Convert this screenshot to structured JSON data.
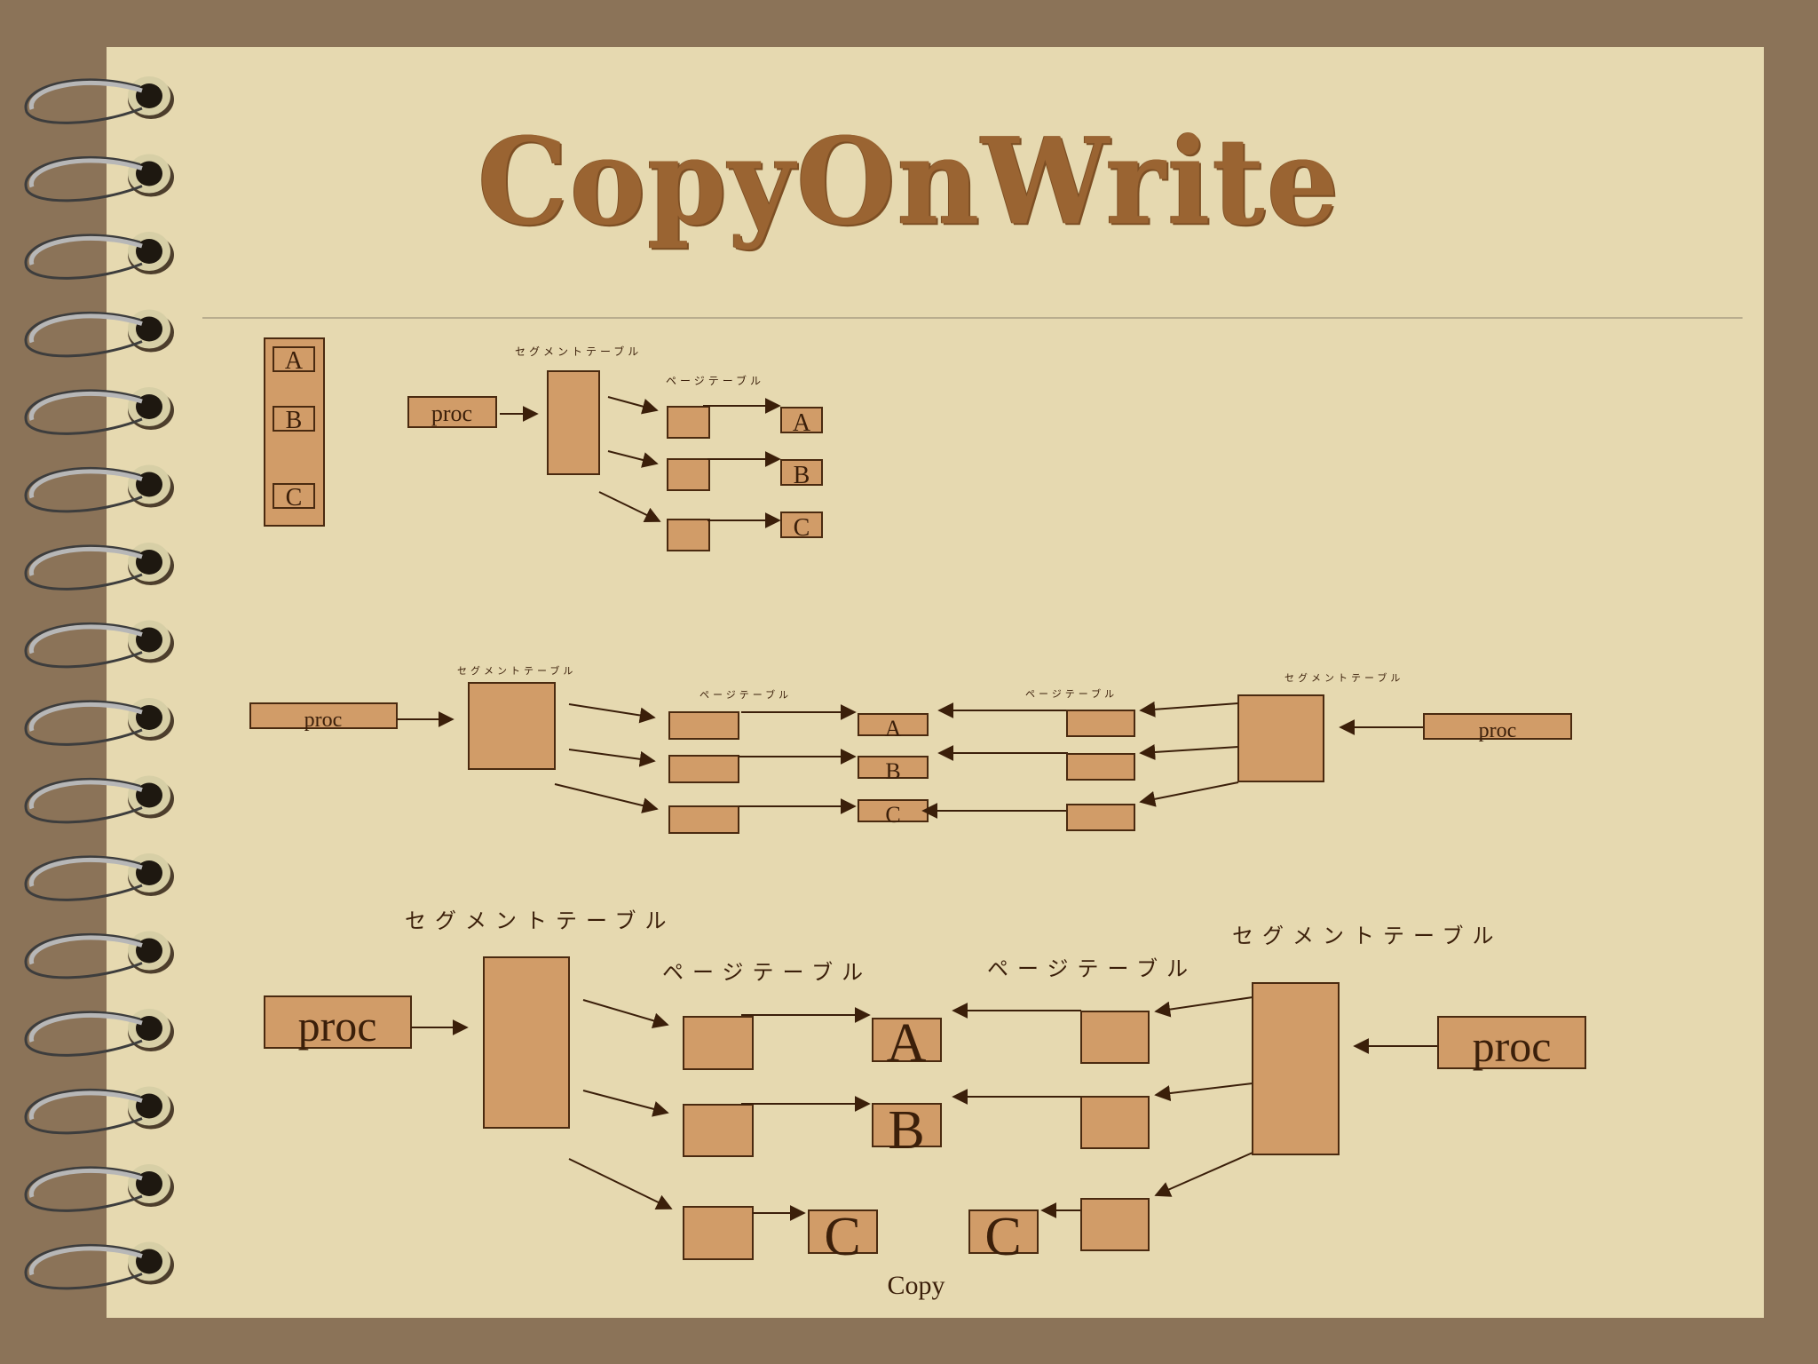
{
  "title": "CopyOnWrite",
  "colors": {
    "background": "#8b7358",
    "paper": "#e6d9b0",
    "title": "#9a6432",
    "box_fill": "#d19c68",
    "ink": "#3b1f0a"
  },
  "labels": {
    "segment_table": "セグメントテーブル",
    "page_table": "ページテーブル",
    "proc": "proc",
    "page_a": "A",
    "page_b": "B",
    "page_c": "C",
    "copy": "Copy"
  }
}
